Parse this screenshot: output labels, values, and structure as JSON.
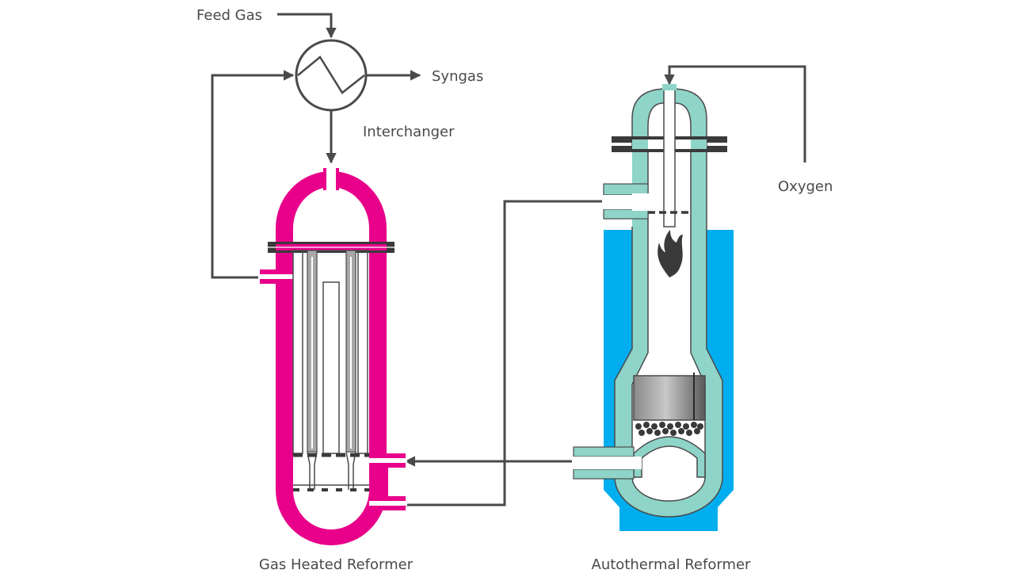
{
  "labels": {
    "feed_gas": "Feed Gas",
    "syngas": "Syngas",
    "interchanger": "Interchanger",
    "oxygen": "Oxygen",
    "ghr": "Gas Heated Reformer",
    "atr": "Autothermal Reformer"
  },
  "colors": {
    "ghr_shell": "#E8008A",
    "atr_lining": "#8FD4C8",
    "atr_jacket": "#00AEEF",
    "tube_grey": "#A8A8A8",
    "lines": "#4A4A4A"
  }
}
